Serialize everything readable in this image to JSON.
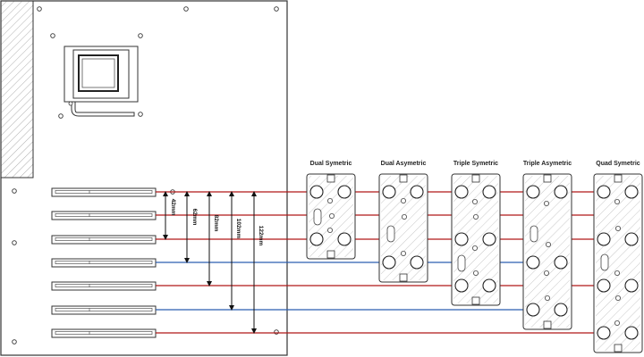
{
  "bridges": [
    {
      "key": "dual-sym",
      "label": "Dual Symetric"
    },
    {
      "key": "dual-asym",
      "label": "Dual Asymetric"
    },
    {
      "key": "triple-sym",
      "label": "Triple Symetric"
    },
    {
      "key": "triple-asym",
      "label": "Triple Asymetric"
    },
    {
      "key": "quad-sym",
      "label": "Quad Symetric"
    }
  ],
  "dimensions": [
    "42mm",
    "62mm",
    "82mm",
    "102mm",
    "122mm"
  ],
  "colors": {
    "red_line": "#b01818",
    "blue_line": "#2a5db0",
    "outline": "#333333",
    "hatch": "#9a9a9a"
  }
}
